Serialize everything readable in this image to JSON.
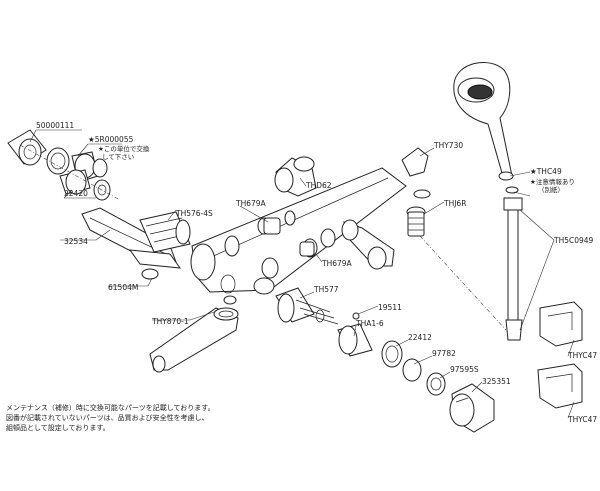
{
  "labels": {
    "p50000111": "50000111",
    "p5r000055": "★5R000055",
    "note_5r": "★この単位で交換",
    "note_5r2": "して下さい",
    "p22420": "22420",
    "p32534": "32534",
    "p61504m": "61504M",
    "pthy870": "THY870-1",
    "pth576": "TH576-4S",
    "pth679a_1": "TH679A",
    "pth679a_2": "TH679A",
    "pthd62": "THD62",
    "pthy730": "THY730",
    "pthj6r": "THJ6R",
    "pth577": "TH577",
    "p19511": "19511",
    "ptha1": "THA1-6",
    "p22412": "22412",
    "p97782": "97782",
    "p97595s": "97595S",
    "p325351": "325351",
    "pthc49": "★THC49",
    "note_thc": "★注意情報あり",
    "note_thc2": "（別紙）",
    "pth5c0949": "TH5C0949",
    "pthyc47_1": "THYC47",
    "pthyc47_2": "THYC47"
  },
  "footnote": {
    "line1": "メンテナンス（補修）時に交換可能なパーツを記載しております。",
    "line2": "図番が記載されていないパーツは、品質および安全性を考慮し、",
    "line3": "組頓品として設定しております。"
  }
}
